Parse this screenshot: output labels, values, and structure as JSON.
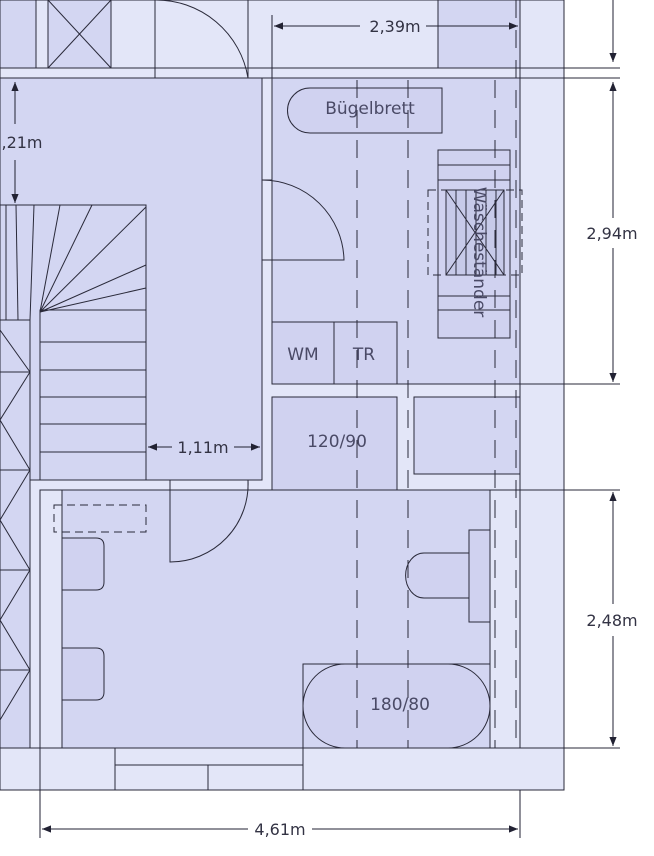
{
  "colors": {
    "background": "#ffffff",
    "wall_fill": "#e3e6f8",
    "room_fill": "#d3d6f2",
    "fixture_fill": "#d0d2f0",
    "line": "#2a2a3a",
    "dim_line": "#222233"
  },
  "labels": {
    "ironing_board": "Bügelbrett",
    "drying_rack": "Wäscheständer",
    "washing_machine": "WM",
    "dryer": "TR",
    "shower": "120/90",
    "bathtub": "180/80"
  },
  "dimensions": {
    "top_width": "2,39m",
    "left_height": ",21m",
    "right_upper_height": "2,94m",
    "right_lower_height": "2,48m",
    "corridor_width": "1,11m",
    "bottom_width": "4,61m"
  }
}
